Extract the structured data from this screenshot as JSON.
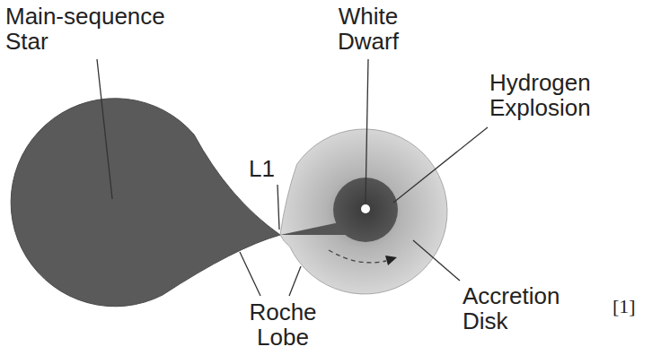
{
  "diagram": {
    "labels": [
      "Main-sequence Star",
      "White Dwarf",
      "Hydrogen Explosion",
      "L1",
      "Roche Lobe",
      "Accretion Disk",
      "[1]"
    ]
  }
}
